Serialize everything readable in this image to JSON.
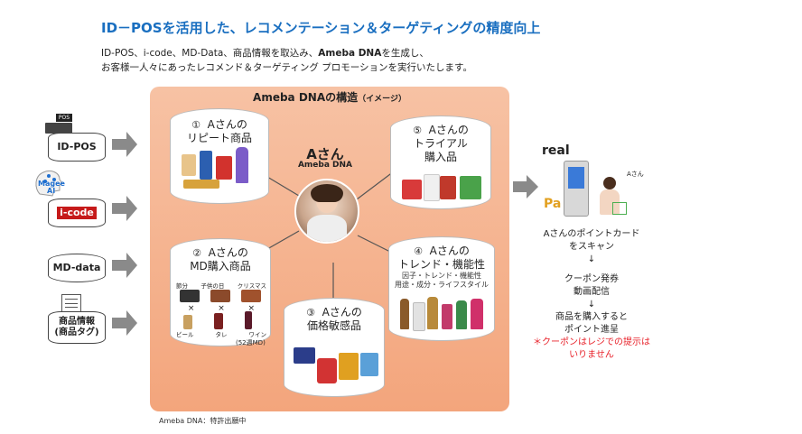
{
  "title": "ID－POSを活用した、レコメンテーション＆ターゲティングの精度向上",
  "intro": {
    "line1_pre": "ID-POS、i-code、MD-Data、商品情報を取込み、",
    "line1_bold": "Ameba DNA",
    "line1_post": "を生成し、",
    "line2": "お客様一人々にあったレコメンド＆ターゲティング プロモーションを実行いたします。"
  },
  "panel": {
    "title": "Ameba DNAの構造",
    "subtitle": "（イメージ）",
    "center_name": "Aさん",
    "center_sub": "Ameba DNA"
  },
  "sources": [
    {
      "label": "ID-POS",
      "icon": "pos-register-icon"
    },
    {
      "label": "i-code",
      "icon": "magee-ai-icon",
      "icon_text": "Magee AI"
    },
    {
      "label": "MD-data",
      "icon": "database-icon"
    },
    {
      "label": "商品情報\n(商品タグ)",
      "icon": "document-icon"
    }
  ],
  "cylinders": {
    "c1": {
      "num": "①",
      "line1": "Aさんの",
      "line2": "リピート商品"
    },
    "c2": {
      "num": "②",
      "line1": "Aさんの",
      "line2": "MD購入商品",
      "tags": [
        "節分",
        "子供の日",
        "クリスマス"
      ],
      "tags2": [
        "ビール",
        "タレ",
        "ワイン"
      ],
      "note": "(52週MD)"
    },
    "c3": {
      "num": "③",
      "line1": "Aさんの",
      "line2": "価格敏感品"
    },
    "c4": {
      "num": "④",
      "line1": "Aさんの",
      "line2": "トレンド・機能性",
      "small1": "因子・トレンド・機能性",
      "small2": "用途・成分・ライフスタイル"
    },
    "c5": {
      "num": "⑤",
      "line1": "Aさんの",
      "line2": "トライアル",
      "line3": "購入品"
    }
  },
  "right": {
    "brand": "real",
    "person_label": "Aさん",
    "step1a": "Aさんのポイントカード",
    "step1b": "をスキャン",
    "arrow": "↓",
    "step2a": "クーポン発券",
    "step2b": "動画配信",
    "step3a": "商品を購入すると",
    "step3b": "ポイント進呈",
    "note1": "＊クーポンはレジでの提示は",
    "note2": "いりません",
    "logo_text": "Pa"
  },
  "footnote": "Ameba DNA：特許出願中",
  "colors": {
    "title": "#1a6fc0",
    "panel": "#f5b08c",
    "arrow": "#888888",
    "red": "#e8232b"
  }
}
